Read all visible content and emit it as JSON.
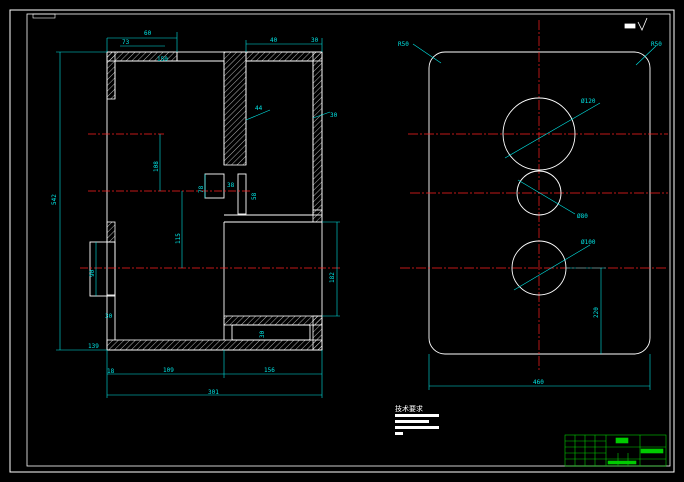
{
  "app": {
    "title": "CAD drawing"
  },
  "colors": {
    "background": "#000000",
    "border": "#ffffff",
    "dimension": "#00e5e5",
    "centerline": "#ff2020",
    "hatch": "#ffffff",
    "titleblock": "#00cc00"
  },
  "left_view": {
    "dims": {
      "d60": "60",
      "d73": "73",
      "d150": "150",
      "d30": "30",
      "d40_mid": "40",
      "d44": "44",
      "d30_right": "30",
      "d542": "542",
      "d108": "108",
      "d78": "78",
      "d115": "115",
      "d90": "90",
      "d182": "182",
      "d139": "139",
      "d58": "58",
      "d38": "38",
      "d30_bottom_inner": "30",
      "d30_left": "30",
      "d18": "18",
      "d109": "109",
      "d156": "156",
      "d301": "301"
    }
  },
  "right_view": {
    "dims": {
      "r50_left": "R50",
      "r50_right": "R50",
      "dia120": "Ø120",
      "dia80": "Ø80",
      "dia100": "Ø100",
      "d220": "220",
      "d460": "460"
    }
  },
  "tech_req": {
    "title": "技术要求"
  },
  "title_block": {
    "label": "title block"
  }
}
